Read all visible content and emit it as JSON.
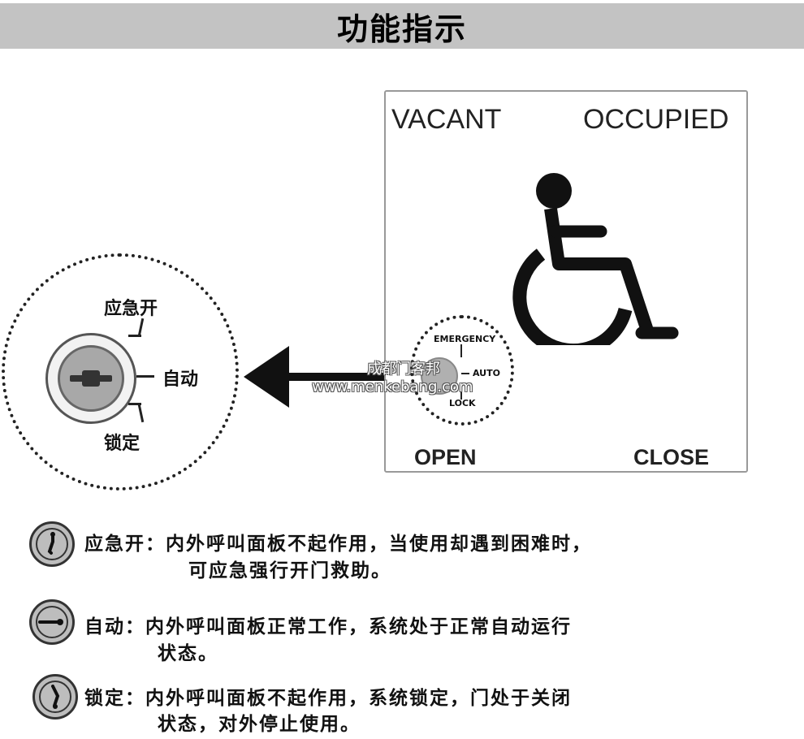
{
  "header": {
    "title": "功能指示"
  },
  "switch_diagram": {
    "emergency_label": "应急开",
    "auto_label": "自动",
    "lock_label": "锁定"
  },
  "sign": {
    "vacant": "VACANT",
    "occupied": "OCCUPIED",
    "open": "OPEN",
    "close": "CLOSE",
    "emergency": "EMERGENCY",
    "auto": "AUTO",
    "lock": "LOCK"
  },
  "watermark": {
    "line1": "成都门客邦",
    "line2": "www.menkebang.com"
  },
  "legend": [
    {
      "icon": "key-emergency-icon",
      "line1": "应急开：内外呼叫面板不起作用，当使用却遇到困难时，",
      "line2": "可应急强行开门救助。"
    },
    {
      "icon": "key-auto-icon",
      "line1": "自动：内外呼叫面板正常工作，系统处于正常自动运行",
      "line2": "状态。"
    },
    {
      "icon": "key-lock-icon",
      "line1": "锁定：内外呼叫面板不起作用，系统锁定，门处于关闭",
      "line2": "状态，对外停止使用。"
    }
  ]
}
